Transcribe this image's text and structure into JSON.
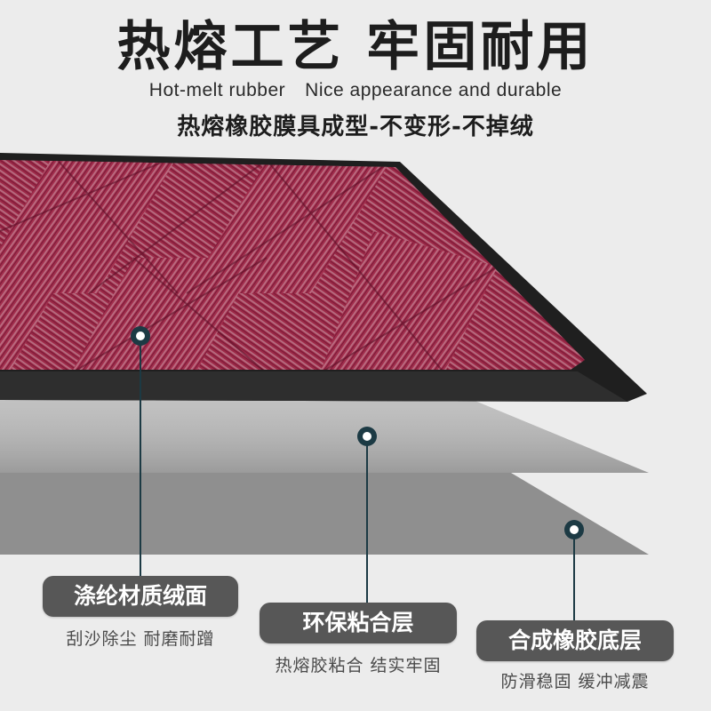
{
  "header": {
    "title": "热熔工艺 牢固耐用",
    "subtitle_en_left": "Hot-melt rubber",
    "subtitle_en_right": "Nice appearance and durable",
    "subtitle_cn": "热熔橡胶膜具成型-不变形-不掉绒"
  },
  "layers": [
    {
      "label": "涤纶材质绒面",
      "description": "刮沙除尘  耐磨耐蹭"
    },
    {
      "label": "环保粘合层",
      "description": "热熔胶粘合  结实牢固"
    },
    {
      "label": "合成橡胶底层",
      "description": "防滑稳固  缓冲减震"
    }
  ],
  "colors": {
    "background": "#ececec",
    "mat_fabric": "#a02a4a",
    "mat_border": "#1c1c1c",
    "label_box": "#575757",
    "marker_ring": "#1c3a44"
  }
}
